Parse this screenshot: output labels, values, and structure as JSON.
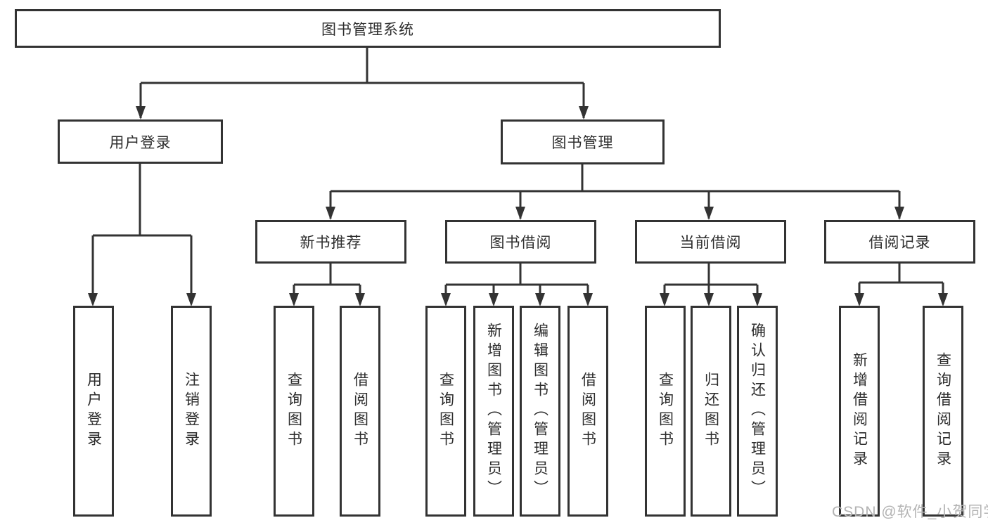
{
  "tree": {
    "root": "图书管理系统",
    "level2": [
      {
        "label": "用户登录",
        "children": [
          "用户登录",
          "注销登录"
        ]
      },
      {
        "label": "图书管理",
        "branches": [
          {
            "label": "新书推荐",
            "children": [
              "查询图书",
              "借阅图书"
            ]
          },
          {
            "label": "图书借阅",
            "children": [
              "查询图书",
              "新增图书（管理员）",
              "编辑图书（管理员）",
              "借阅图书"
            ]
          },
          {
            "label": "当前借阅",
            "children": [
              "查询图书",
              "归还图书",
              "确认归还（管理员）"
            ]
          },
          {
            "label": "借阅记录",
            "children": [
              "新增借阅记录",
              "查询借阅记录"
            ]
          }
        ]
      }
    ]
  },
  "watermark": {
    "text": "CSDN @软件_小贺同学"
  },
  "colors": {
    "line": "#333333",
    "text": "#2d2d2d",
    "watermark": "#b3b3b3",
    "background": "#ffffff"
  }
}
